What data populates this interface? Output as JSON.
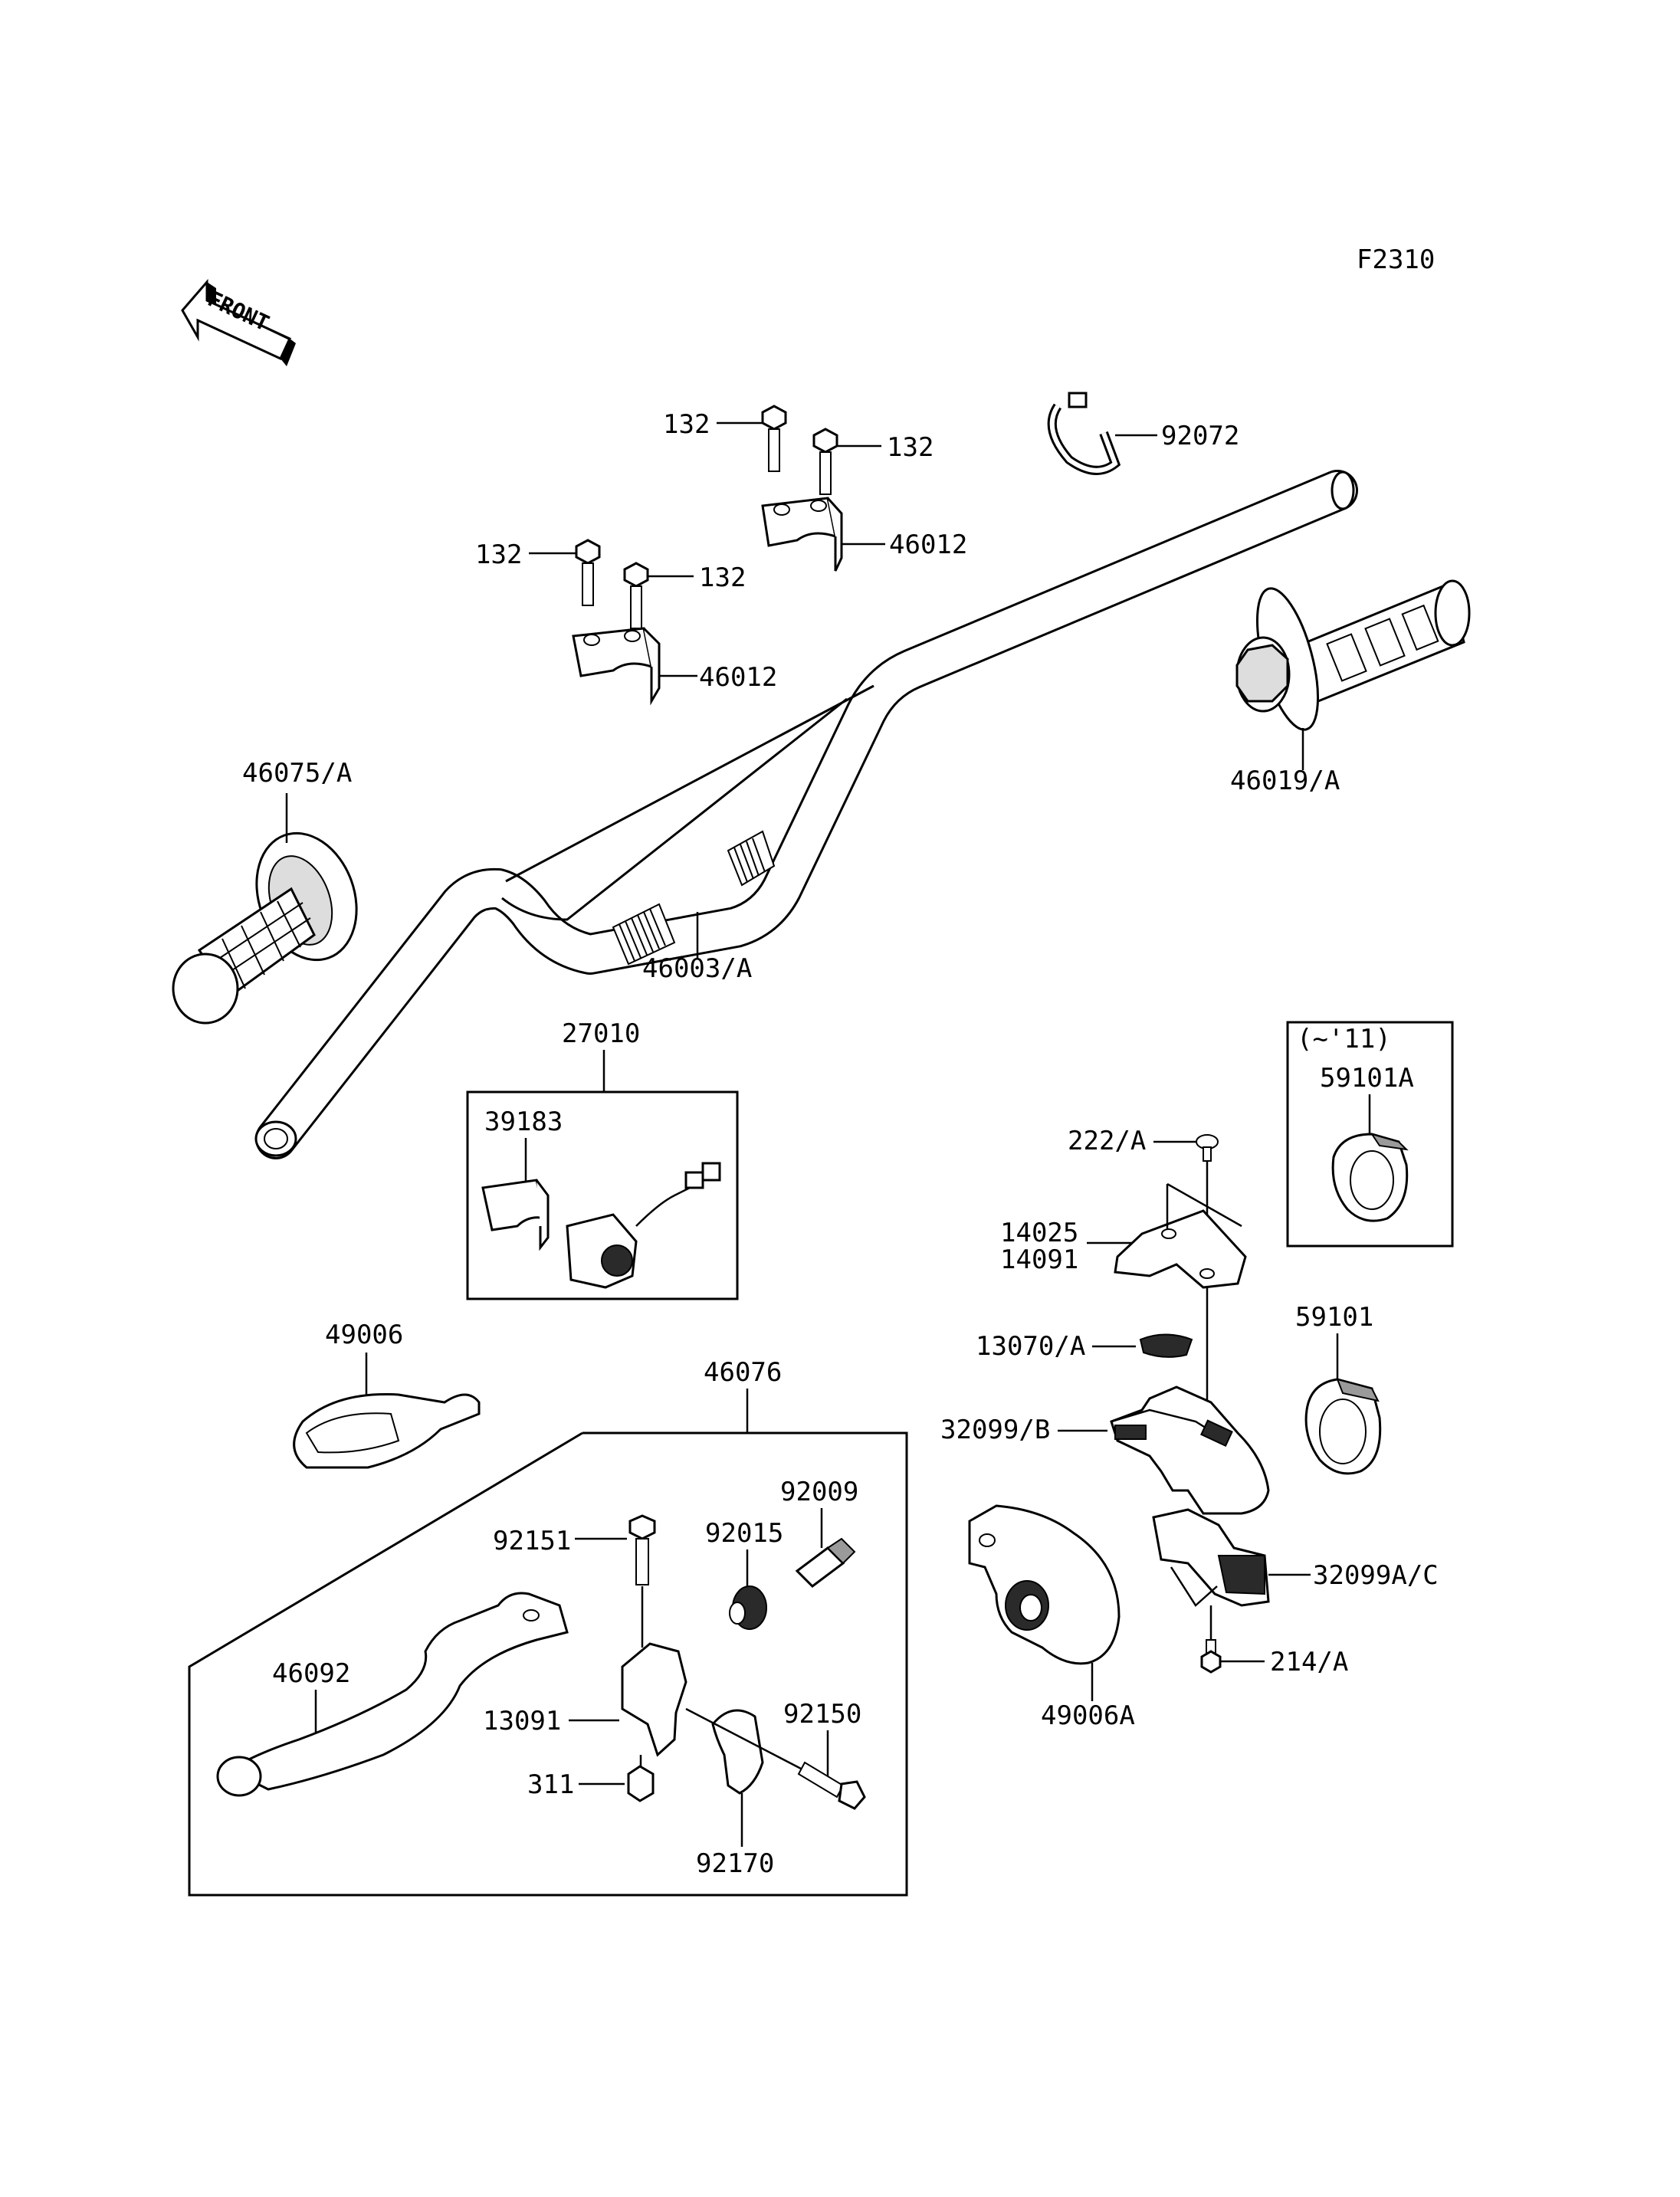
{
  "figure_code": "F2310",
  "front_label": "FRONT",
  "labels": {
    "p132_a": "132",
    "p132_b": "132",
    "p132_c": "132",
    "p132_d": "132",
    "p92072": "92072",
    "p46012_top": "46012",
    "p46012_bottom": "46012",
    "p46019A": "46019/A",
    "p46075A": "46075/A",
    "p46003A": "46003/A",
    "p27010": "27010",
    "p39183": "39183",
    "model_note": "(~'11)",
    "p59101A": "59101A",
    "p222A": "222/A",
    "p14025": "14025",
    "p14091": "14091",
    "p13070A": "13070/A",
    "p59101": "59101",
    "p32099B": "32099/B",
    "p32099AC": "32099A/C",
    "p214A": "214/A",
    "p49006A": "49006A",
    "p49006": "49006",
    "p46076": "46076",
    "p92009": "92009",
    "p92151": "92151",
    "p92015": "92015",
    "p46092": "46092",
    "p13091": "13091",
    "p92150": "92150",
    "p311": "311",
    "p92170": "92170"
  }
}
